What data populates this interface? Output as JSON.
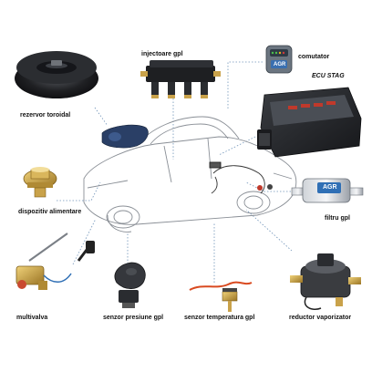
{
  "labels": {
    "injectoare": "injectoare gpl",
    "comutator": "comutator",
    "ecu": "ECU STAG",
    "rezervor": "rezervor toroidal",
    "dispozitiv": "dispozitiv alimentare",
    "filtru": "filtru gpl",
    "multivalva": "multivalva",
    "senzor_presiune": "senzor presiune gpl",
    "senzor_temperatura": "senzor temperatura gpl",
    "reductor": "reductor vaporizator"
  },
  "branding": {
    "comutator_mark": "AGR",
    "filtru_mark": "AGR"
  },
  "colors": {
    "connector_line": "#6f93b8",
    "car_outline": "#8a8f96",
    "brass": "#c9a24a",
    "dark_part": "#2a2c30",
    "blue_accent": "#2f6fb5"
  }
}
